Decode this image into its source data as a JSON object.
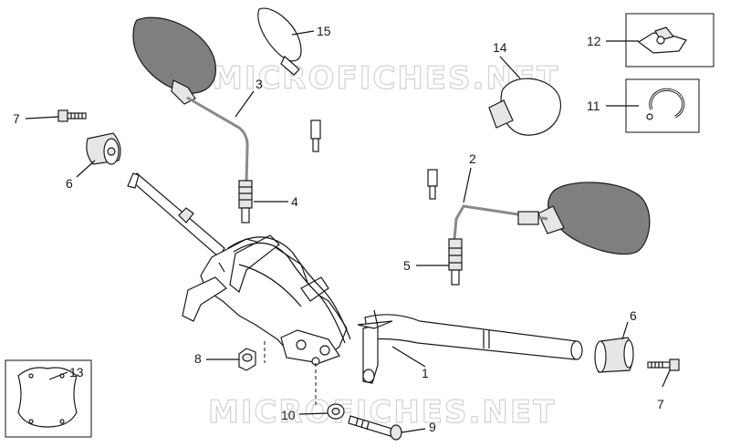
{
  "watermark": "MICROFICHES.NET",
  "callouts": {
    "c1": "1",
    "c2": "2",
    "c3": "3",
    "c4": "4",
    "c5": "5",
    "c6_left": "6",
    "c6_right": "6",
    "c7_left": "7",
    "c7_right": "7",
    "c8": "8",
    "c9": "9",
    "c10": "10",
    "c11": "11",
    "c12": "12",
    "c13": "13",
    "c14": "14",
    "c15": "15"
  }
}
